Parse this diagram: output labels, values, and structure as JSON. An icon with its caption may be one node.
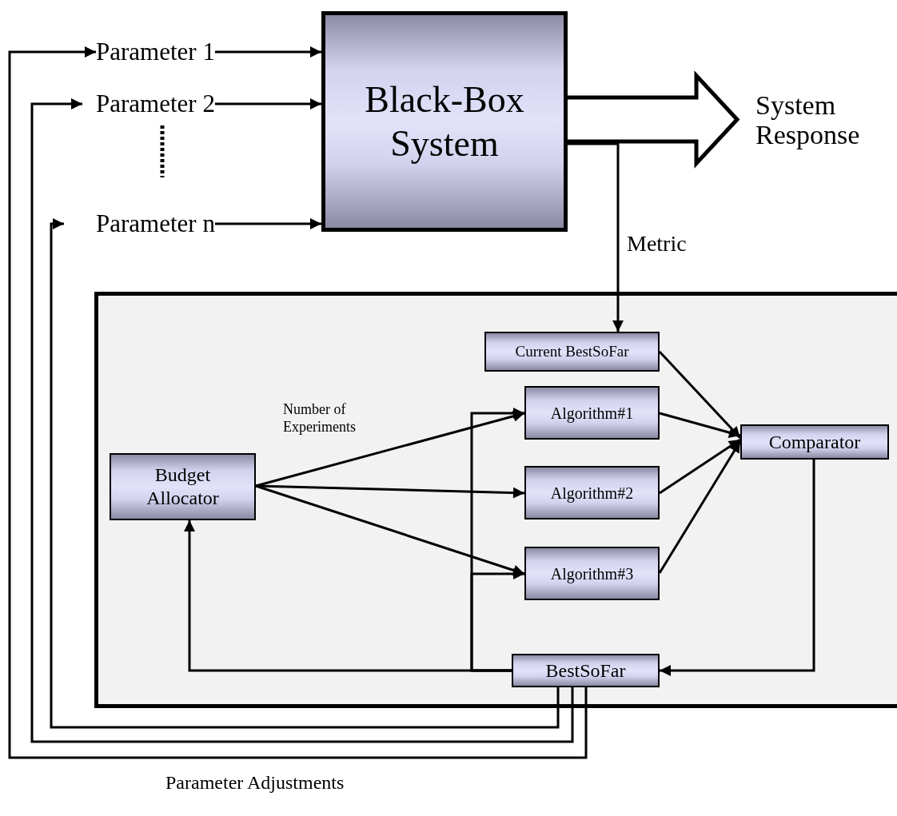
{
  "diagram": {
    "nodes": [
      {
        "text": [
          "Black-Box System"
        ]
      },
      {
        "text": [
          "Parameter 1"
        ]
      },
      {
        "text": [
          "Parameter 2"
        ]
      },
      {
        "text": [
          "Parameter n"
        ]
      },
      {
        "text": [
          "System Response"
        ]
      },
      {
        "text": [],
        "shape": "box"
      },
      {
        "text": [
          "Current BestSoFar"
        ],
        "in": 5
      },
      {
        "text": [
          "Algorithm#1"
        ],
        "in": 5
      },
      {
        "text": [
          "Algorithm#2"
        ],
        "in": 5
      },
      {
        "text": [
          "Algorithm#3"
        ],
        "in": 5
      },
      {
        "text": [
          "Comparator"
        ],
        "in": 5
      },
      {
        "text": [
          "Budget Allocator"
        ],
        "in": 5
      },
      {
        "text": [
          "BestSoFar"
        ],
        "in": 5
      }
    ],
    "edges": [
      {
        "from": 12,
        "to": 1,
        "arrow": "to"
      },
      {
        "from": 12,
        "to": 2,
        "arrow": "to"
      },
      {
        "from": 12,
        "to": 3,
        "arrow": "to"
      },
      {
        "from": 1,
        "to": 0,
        "arrow": "to"
      },
      {
        "from": 2,
        "to": 0,
        "arrow": "to"
      },
      {
        "from": 3,
        "to": 0,
        "arrow": "to"
      },
      {
        "from": 0,
        "to": 4,
        "arrow": "to",
        "style": "thick"
      },
      {
        "from": 0,
        "to": 6,
        "arrow": "to",
        "label": "Metric"
      },
      {
        "from": 6,
        "to": 10,
        "arrow": "to"
      },
      {
        "from": 7,
        "to": 10,
        "arrow": "to"
      },
      {
        "from": 8,
        "to": 10,
        "arrow": "to"
      },
      {
        "from": 9,
        "to": 10,
        "arrow": "to"
      },
      {
        "from": 10,
        "to": 12,
        "arrow": "to"
      },
      {
        "from": 11,
        "to": 7,
        "arrow": "to",
        "label": "Number of Experiments"
      },
      {
        "from": 11,
        "to": 8,
        "arrow": "to"
      },
      {
        "from": 11,
        "to": 9,
        "arrow": "to"
      },
      {
        "from": 12,
        "to": 11,
        "arrow": "to"
      },
      {
        "from": 12,
        "to": 7,
        "arrow": "to"
      },
      {
        "from": 12,
        "to": 9,
        "arrow": "to"
      }
    ],
    "labels": [
      "Parameter Adjustments"
    ]
  }
}
